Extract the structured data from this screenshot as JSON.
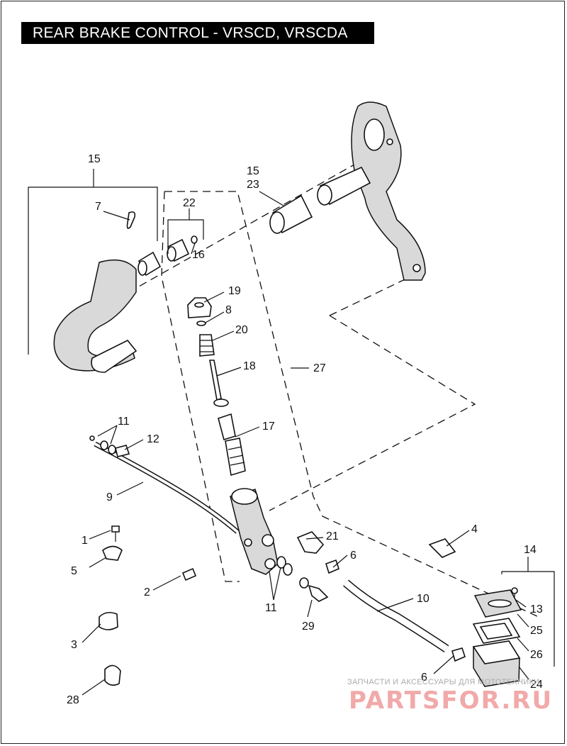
{
  "title": "REAR BRAKE CONTROL - VRSCD, VRSCDA",
  "callouts": {
    "c15a": "15",
    "c15b": "15",
    "c23": "23",
    "c7": "7",
    "c22": "22",
    "c16": "16",
    "c19": "19",
    "c8": "8",
    "c20": "20",
    "c18": "18",
    "c27": "27",
    "c11a": "11",
    "c12": "12",
    "c17": "17",
    "c9": "9",
    "c1": "1",
    "c5": "5",
    "c21": "21",
    "c4": "4",
    "c14": "14",
    "c6a": "6",
    "c2": "2",
    "c11b": "11",
    "c10": "10",
    "c13": "13",
    "c29": "29",
    "c25": "25",
    "c3": "3",
    "c26": "26",
    "c6b": "6",
    "c24": "24",
    "c28": "28"
  },
  "watermark": {
    "tagline": "ЗАПЧАСТИ И АКСЕССУАРЫ ДЛЯ МОТОТЕХНИКИ",
    "logo": "PARTSFOR.RU"
  }
}
